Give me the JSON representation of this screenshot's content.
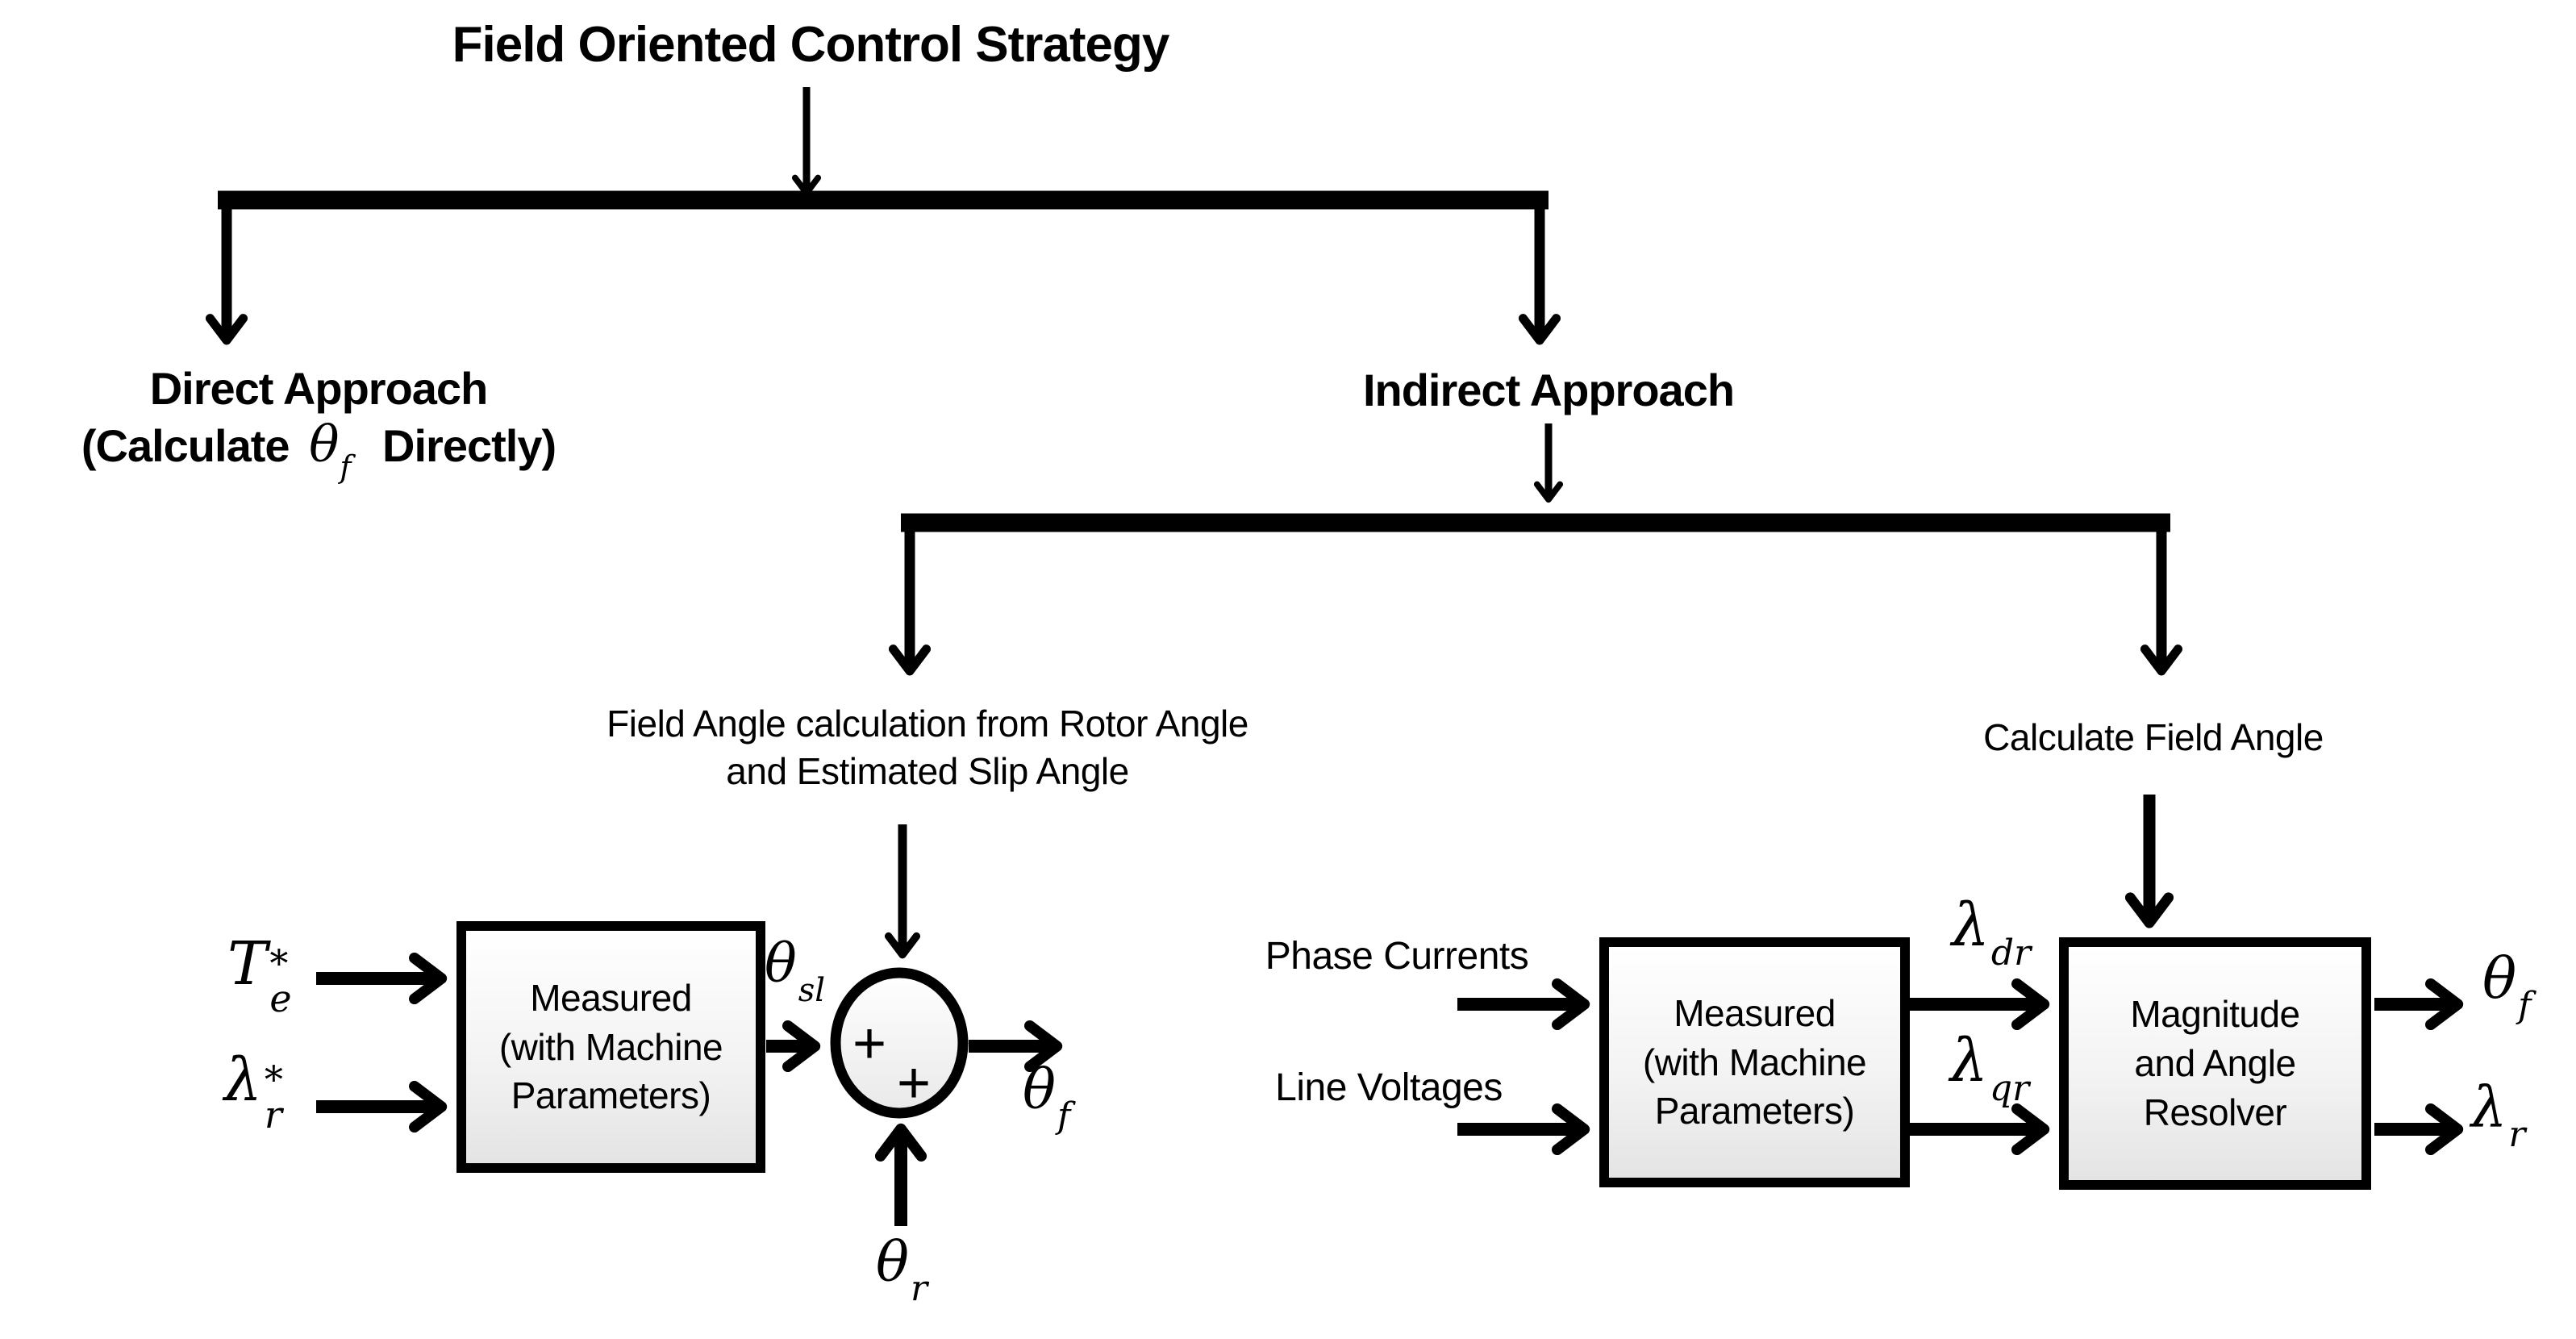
{
  "title": "Field Oriented Control Strategy",
  "tree": {
    "direct": {
      "line1": "Direct Approach",
      "line2_prefix": "(Calculate",
      "line2_symbol": "θ",
      "line2_sub": "f",
      "line2_suffix": "Directly)"
    },
    "indirect_label": "Indirect Approach",
    "indirect_left_line1": "Field Angle calculation from Rotor Angle",
    "indirect_left_line2": "and Estimated Slip Angle",
    "indirect_right": "Calculate Field Angle"
  },
  "left_diagram": {
    "input_torque": {
      "symbol": "T",
      "sup": "*",
      "sub": "e"
    },
    "input_flux": {
      "symbol": "λ",
      "sup": "*",
      "sub": "r"
    },
    "block": {
      "line1": "Measured",
      "line2": "(with Machine",
      "line3": "Parameters)"
    },
    "slip_label": {
      "symbol": "θ",
      "sub": "sl"
    },
    "sum_plus_top": "+",
    "sum_plus_bottom": "+",
    "output_label": {
      "symbol": "θ",
      "sub": "f"
    },
    "rotor_label": {
      "symbol": "θ",
      "sub": "r"
    }
  },
  "right_diagram": {
    "input_label1": "Phase Currents",
    "input_label2": "Line Voltages",
    "block1": {
      "line1": "Measured",
      "line2": "(with Machine",
      "line3": "Parameters)"
    },
    "mid_label_d": {
      "symbol": "λ",
      "sub": "dr"
    },
    "mid_label_q": {
      "symbol": "λ",
      "sub": "qr"
    },
    "block2": {
      "line1": "Magnitude",
      "line2": "and Angle",
      "line3": "Resolver"
    },
    "output_angle": {
      "symbol": "θ",
      "sub": "f"
    },
    "output_flux": {
      "symbol": "λ",
      "sub": "r"
    }
  },
  "colors": {
    "ink": "#000000",
    "background": "#ffffff",
    "box_fill": "#efefef"
  }
}
